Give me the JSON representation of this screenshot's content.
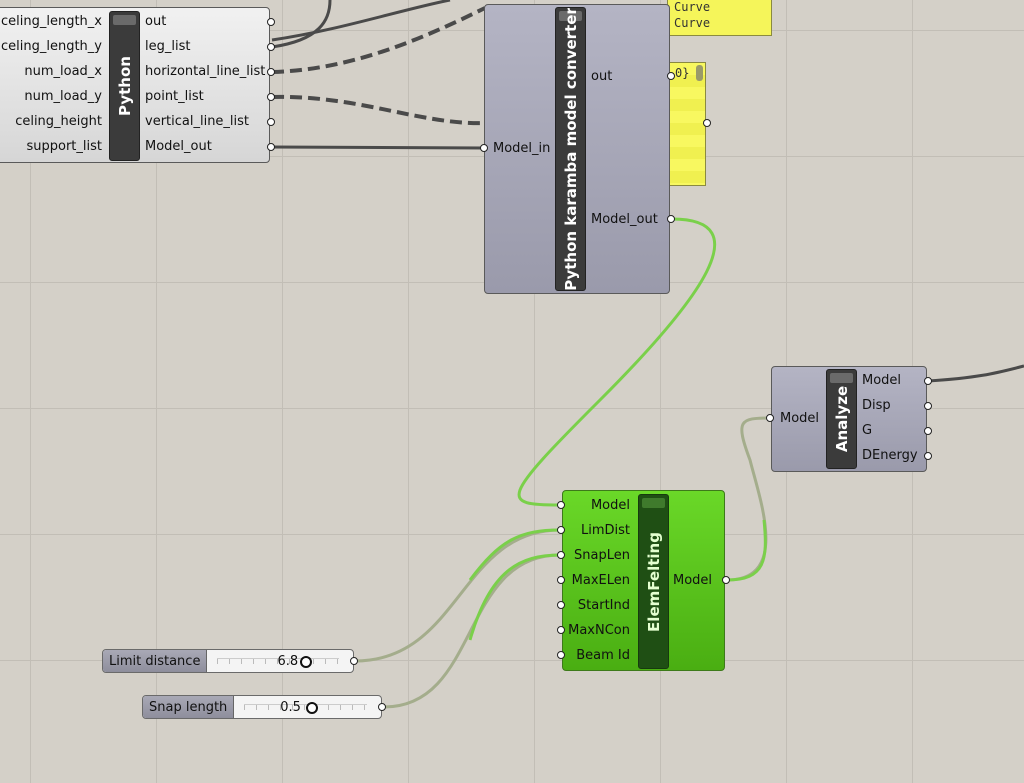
{
  "python": {
    "title": "Python",
    "inputs": [
      "celing_length_x",
      "celing_length_y",
      "num_load_x",
      "num_load_y",
      "celing_height",
      "support_list"
    ],
    "outputs": [
      "out",
      "leg_list",
      "horizontal_line_list",
      "point_list",
      "vertical_line_list",
      "Model_out"
    ]
  },
  "karamba_converter": {
    "title": "Python karamba model converter",
    "inputs": [
      "Model_in"
    ],
    "outputs": [
      "out",
      "Model_out"
    ]
  },
  "panel_top": {
    "lines": [
      "Curve",
      "Curve"
    ]
  },
  "panel_side": {
    "text": "0}"
  },
  "analyze": {
    "title": "Analyze",
    "inputs": [
      "Model"
    ],
    "outputs": [
      "Model",
      "Disp",
      "G",
      "DEnergy"
    ]
  },
  "elemfelting": {
    "title": "ElemFelting",
    "inputs": [
      "Model",
      "LimDist",
      "SnapLen",
      "MaxELen",
      "StartInd",
      "MaxNCon",
      "Beam Id"
    ],
    "outputs": [
      "Model"
    ]
  },
  "sliders": [
    {
      "name": "Limit distance",
      "value": "6.8",
      "fraction": 0.68
    },
    {
      "name": "Snap length",
      "value": "0.5",
      "fraction": 0.5
    }
  ],
  "colors": {
    "canvas": "#d4d0c8",
    "wire_green": "#7ad04a",
    "wire_gray": "#a4ad8c",
    "wire_dark": "#4a4a4a"
  }
}
